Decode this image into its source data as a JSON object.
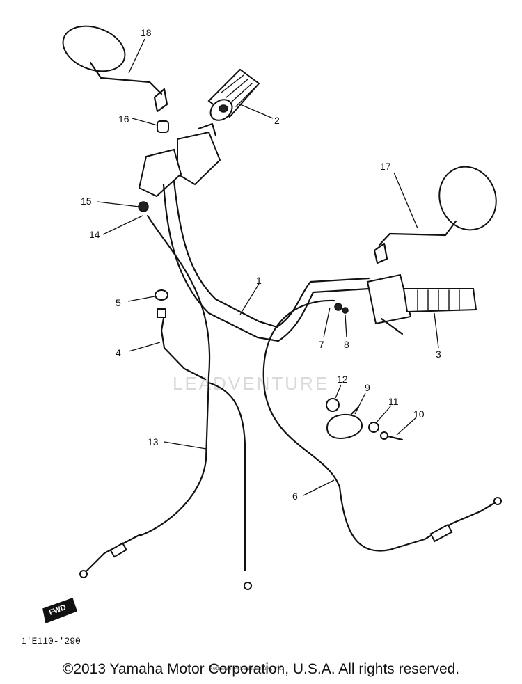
{
  "diagram": {
    "callouts": [
      "1",
      "2",
      "3",
      "4",
      "5",
      "6",
      "7",
      "8",
      "9",
      "10",
      "11",
      "12",
      "13",
      "14",
      "15",
      "16",
      "17",
      "18"
    ],
    "watermark": "LEADVENTURE",
    "fwd_label": "FWD",
    "drawing_code": "1'E110-'290"
  },
  "footer": {
    "copyright": "©2013 Yamaha Motor Corporation, U.S.A. All rights reserved.",
    "redrawn_note": "Redrawn by Leadventure, Inc."
  }
}
